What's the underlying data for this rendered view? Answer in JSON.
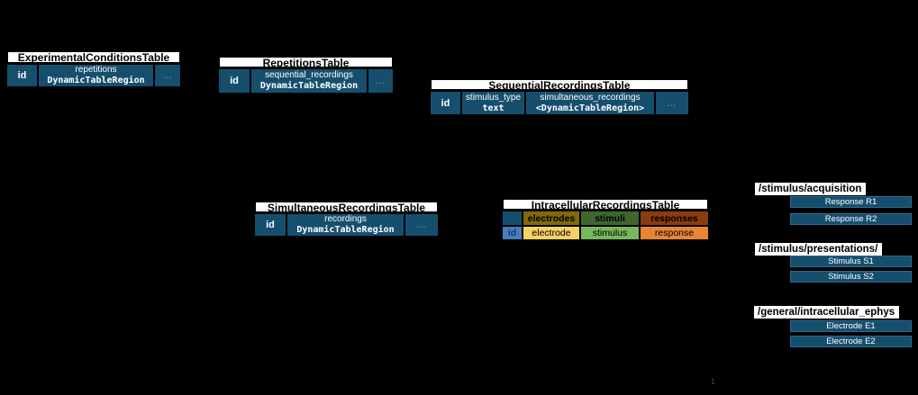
{
  "diagram": {
    "page_number": "1",
    "colors": {
      "background": "#000000",
      "table_fill": "#164f6e",
      "title_fill": "#ffffff",
      "box_border": "#2e6a8e",
      "cat_electrodes": "#7f6a0e",
      "cat_stimuli": "#3f662f",
      "cat_responses": "#8a3b10",
      "col_id": "#4a7cc0",
      "col_electrode": "#f5d268",
      "col_stimulus": "#77b85c",
      "col_response": "#e98434"
    },
    "tables": [
      {
        "title": "ExperimentalConditionsTable",
        "columns": [
          {
            "name": "id"
          },
          {
            "name": "repetitions",
            "type": "DynamicTableRegion"
          },
          {
            "name": "..."
          }
        ]
      },
      {
        "title": "RepetitionsTable",
        "columns": [
          {
            "name": "id"
          },
          {
            "name": "sequential_recordings",
            "type": "DynamicTableRegion"
          },
          {
            "name": "..."
          }
        ]
      },
      {
        "title": "SequentialRecordingsTable",
        "columns": [
          {
            "name": "id"
          },
          {
            "name": "stimulus_type",
            "type": "text"
          },
          {
            "name": "simultaneous_recordings",
            "type": "<DynamicTableRegion>"
          },
          {
            "name": "..."
          }
        ]
      },
      {
        "title": "SimultaneousRecordingsTable",
        "columns": [
          {
            "name": "id"
          },
          {
            "name": "recordings",
            "type": "DynamicTableRegion"
          },
          {
            "name": "..."
          }
        ]
      }
    ],
    "intracellular": {
      "title": "IntracellularRecordingsTable",
      "category_row": [
        "",
        "electrodes",
        "stimuli",
        "responses"
      ],
      "column_row": [
        "id",
        "electrode",
        "stimulus",
        "response"
      ]
    },
    "groups": [
      {
        "label": "/stimulus/acquisition",
        "items": [
          "Response R1",
          "Response R2"
        ]
      },
      {
        "label": "/stimulus/presentations/",
        "items": [
          "Stimulus S1",
          "Stimulus S2"
        ]
      },
      {
        "label": "/general/intracellular_ephys",
        "items": [
          "Electrode E1",
          "Electrode E2"
        ]
      }
    ]
  }
}
